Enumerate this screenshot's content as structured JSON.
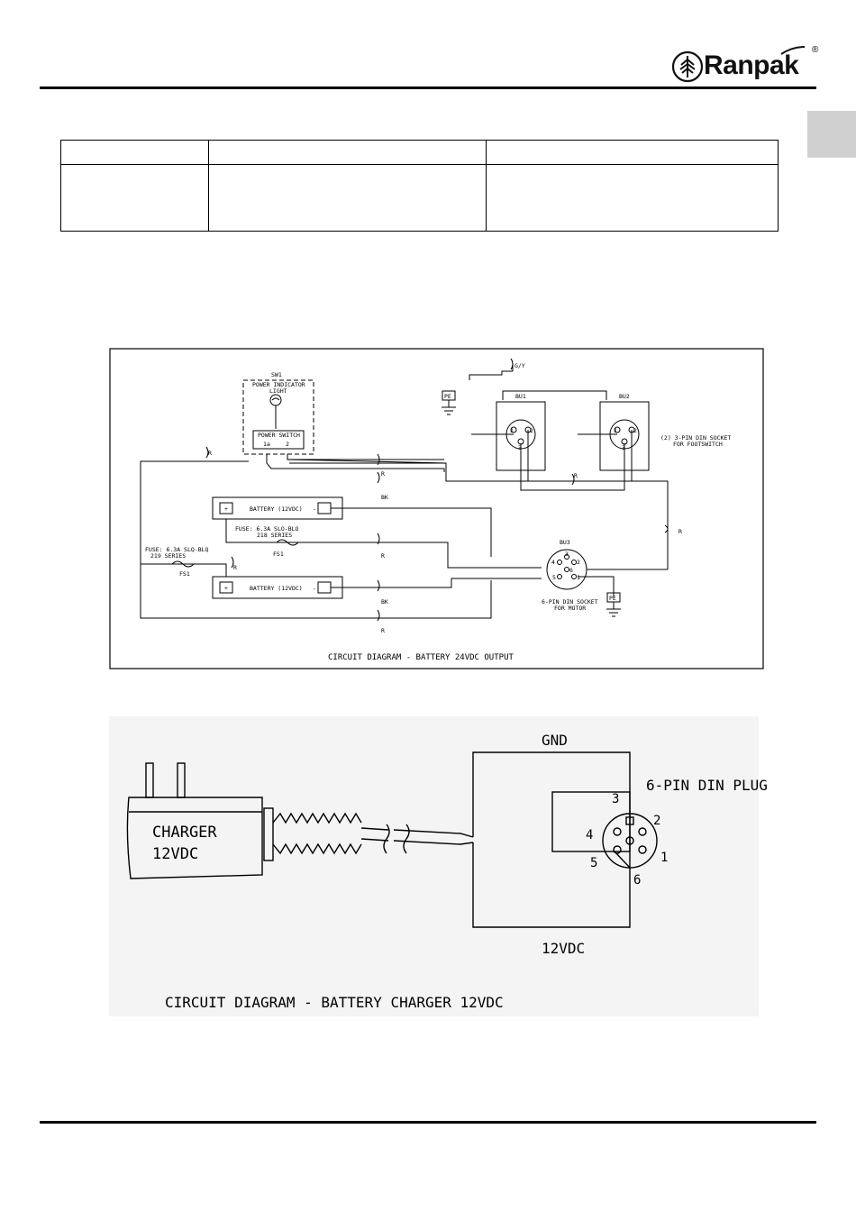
{
  "brand": {
    "name": "Ranpak",
    "registered_mark": "®"
  },
  "diagram_24v": {
    "title": "CIRCUIT DIAGRAM - BATTERY 24VDC OUTPUT",
    "sw1": "SW1",
    "power_indicator": "POWER INDICATOR",
    "light": "LIGHT",
    "power_switch": "POWER SWITCH",
    "sw_pin_1a": "1a",
    "sw_pin_2": "2",
    "pe_top": "PE",
    "gy": "G/Y",
    "bu1": "BU1",
    "bu2": "BU2",
    "bu3": "BU3",
    "pin_1": "1",
    "pin_2": "2",
    "pin_3": "3",
    "pin_4": "4",
    "pin_5": "5",
    "pin_6": "6",
    "footswitch_line1": "(2) 3-PIN DIN SOCKET",
    "footswitch_line2": "FOR FOOTSWITCH",
    "battery_label": "BATTERY (12VDC)",
    "fuse_label_line1": "FUSE: 6.3A SLO-BLO",
    "fuse_label_line2": "218 SERIES",
    "fuse_label_line2_alt": "219 SERIES",
    "fuse_label_line1_alt": "FUSE: 6.3A SLQ-BLQ",
    "fs1": "FS1",
    "wire_r": "R",
    "wire_bk": "BK",
    "motor_line1": "6-PIN DIN SOCKET",
    "motor_line2": "FOR MOTOR",
    "pe_bottom": "PE",
    "plus": "+",
    "minus": "-"
  },
  "diagram_charger": {
    "title": "CIRCUIT DIAGRAM - BATTERY CHARGER 12VDC",
    "charger_line1": "CHARGER",
    "charger_line2": "12VDC",
    "gnd": "GND",
    "plug": "6-PIN DIN PLUG",
    "supply": "12VDC",
    "pin_1": "1",
    "pin_2": "2",
    "pin_3": "3",
    "pin_4": "4",
    "pin_5": "5",
    "pin_6": "6"
  }
}
